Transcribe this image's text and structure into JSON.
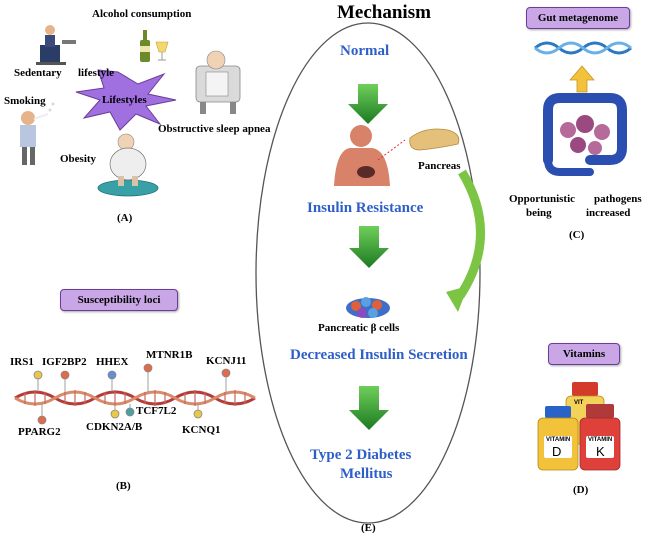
{
  "title": "Mechanism",
  "panel_a": {
    "label": "(A)",
    "center": "Lifestyles",
    "alcohol": "Alcohol consumption",
    "sedentary": "Sedentary",
    "lifestyle": "lifestyle",
    "smoking": "Smoking",
    "sleep_apnea": "Obstructive sleep apnea",
    "obesity": "Obesity"
  },
  "panel_b": {
    "label": "(B)",
    "header": "Susceptibility loci",
    "genes_top": [
      "IRS1",
      "IGF2BP2",
      "HHEX",
      "MTNR1B",
      "KCNJ11"
    ],
    "genes_bottom": [
      "PPARG2",
      "CDKN2A/B",
      "TCF7L2",
      "KCNQ1"
    ]
  },
  "panel_c": {
    "label": "(C)",
    "header": "Gut metagenome",
    "caption_1a": "Opportunistic",
    "caption_1b": "pathogens",
    "caption_2a": "being",
    "caption_2b": "increased"
  },
  "panel_d": {
    "label": "(D)",
    "header": "Vitamins",
    "vitamin_word": "VITAMIN",
    "vit_partial": "VIT",
    "letters": [
      "D",
      "K"
    ]
  },
  "panel_e": {
    "label": "(E)",
    "steps": [
      "Normal",
      "Insulin Resistance",
      "Decreased Insulin Secretion",
      "Type 2 Diabetes",
      "Mellitus"
    ],
    "pancreas": "Pancreas",
    "beta_cells": "Pancreatic β cells"
  },
  "colors": {
    "step_text": "#2e5fc9",
    "arrow_green": "#2f9a32",
    "curve_arrow": "#7cc443",
    "tag_fill": "#c9a7e6",
    "star": "#a070e0"
  }
}
